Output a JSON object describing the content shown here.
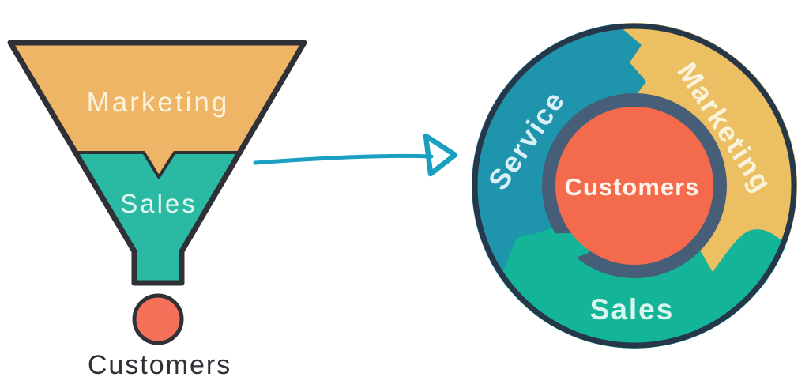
{
  "funnel": {
    "stages": [
      {
        "label": "Marketing",
        "color": "#edb565",
        "text_color": "#fcf3de"
      },
      {
        "label": "Sales",
        "color": "#2ab9a2",
        "text_color": "#e2f8f1"
      }
    ],
    "outlet": {
      "label": "Customers",
      "dot_color": "#f47059",
      "text_color": "#2e3237"
    },
    "outline_color": "#2f3136"
  },
  "arrow": {
    "color": "#1b9fc0",
    "direction": "right"
  },
  "flywheel": {
    "segments": [
      {
        "label": "Service",
        "color": "#1e95ac",
        "text_color": "#d8f0f6"
      },
      {
        "label": "Marketing",
        "color": "#ebbf62",
        "text_color": "#fbf2da"
      },
      {
        "label": "Sales",
        "color": "#13b498",
        "text_color": "#d9f6ee"
      }
    ],
    "center": {
      "label": "Customers",
      "color": "#f36a4d",
      "text_color": "#fdf4ec"
    },
    "ring_color": "#475e78",
    "rim_color": "#27374a"
  }
}
